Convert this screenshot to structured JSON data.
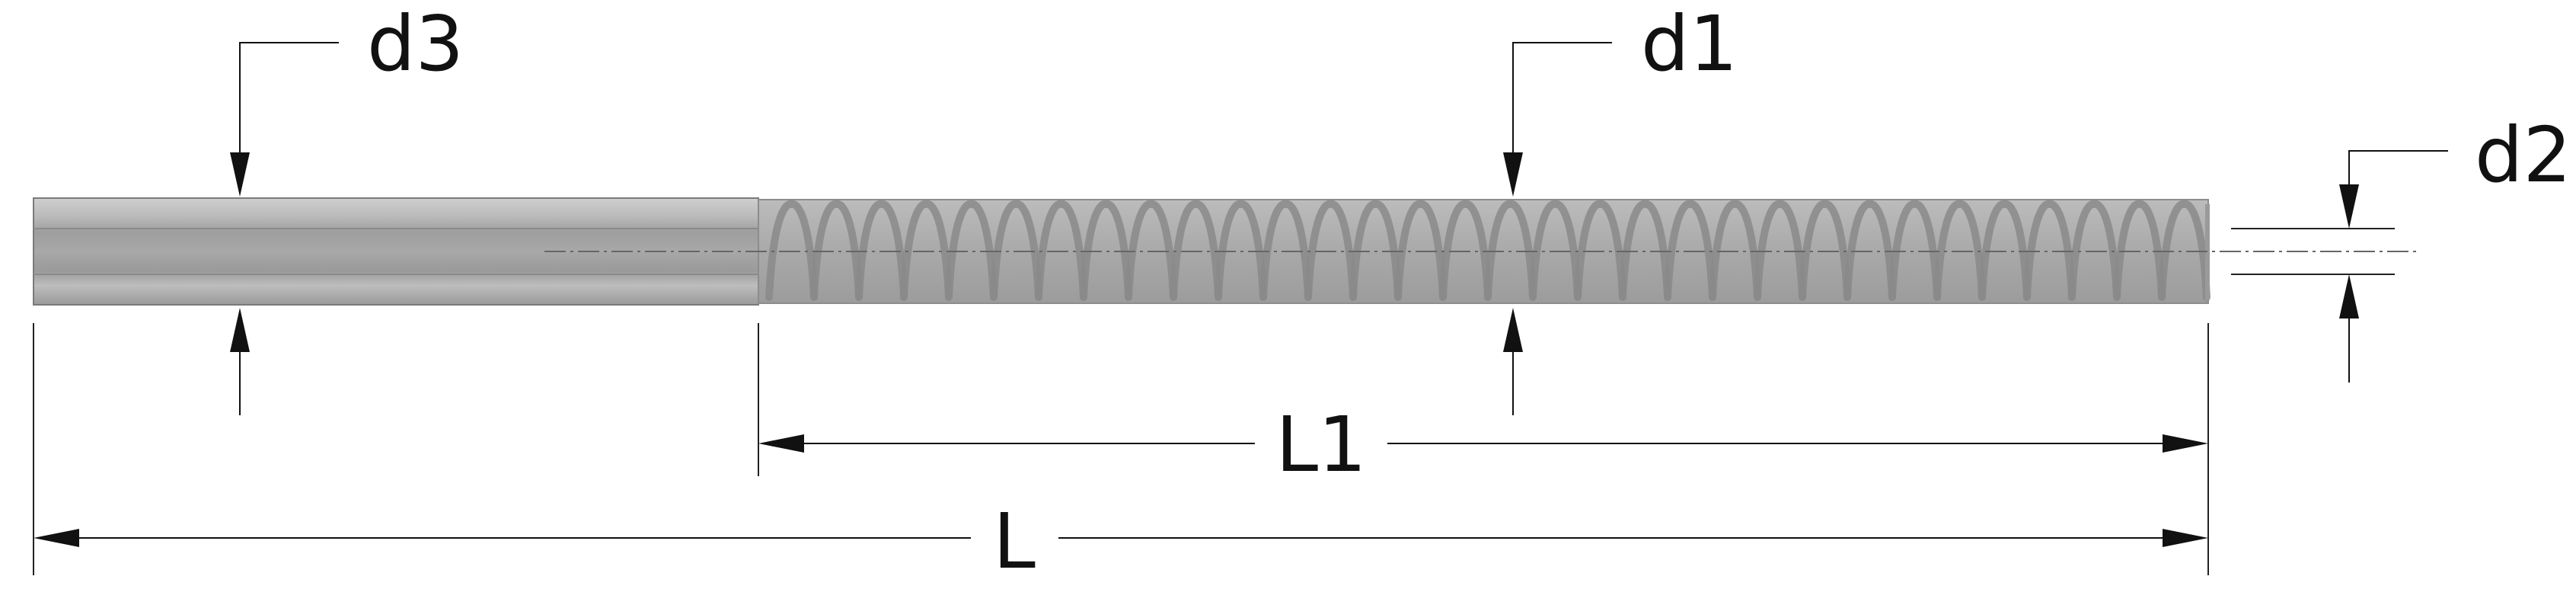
{
  "labels": {
    "d3": "d3",
    "d1": "d1",
    "d2": "d2",
    "L1": "L1",
    "L": "L"
  },
  "colors": {
    "shank": "#b3b3b3",
    "shank_light": "#d4d4d4",
    "shank_dark": "#8c8c8c",
    "thread": "#a3a3a3",
    "thread_coil": "#8a8a8a",
    "line": "#111111"
  }
}
